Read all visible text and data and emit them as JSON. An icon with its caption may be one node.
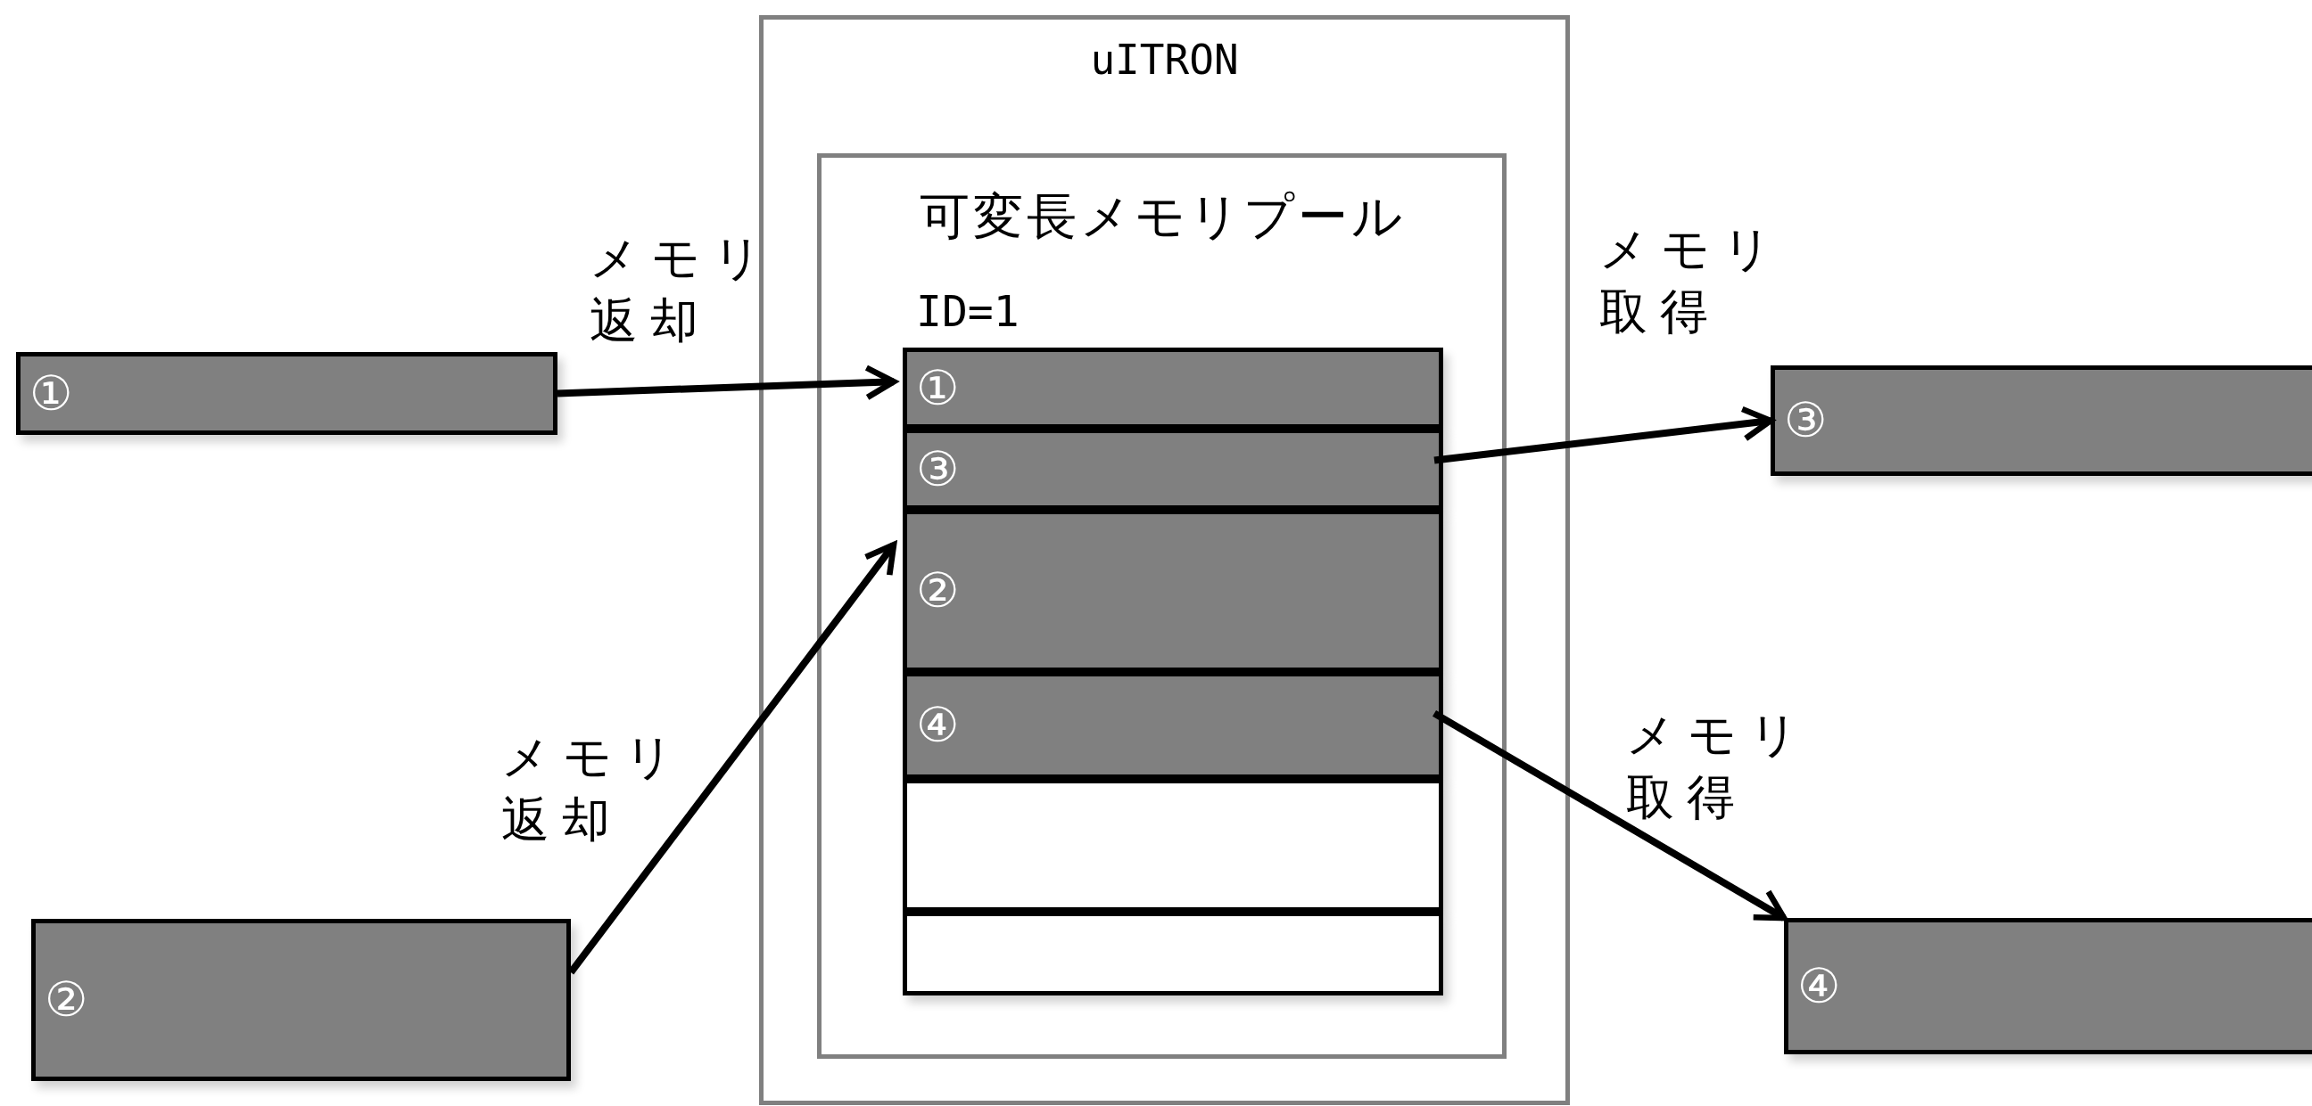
{
  "diagram": {
    "nodes": [
      {
        "text": [
          "uITRON"
        ]
      },
      {
        "text": [
          "可変長メモリプール",
          "ID=1"
        ],
        "in": 0
      },
      {
        "text": [
          "①"
        ],
        "in": 1
      },
      {
        "text": [
          "③"
        ],
        "in": 1
      },
      {
        "text": [
          "②"
        ],
        "in": 1
      },
      {
        "text": [
          "④"
        ],
        "in": 1
      },
      {
        "text": [],
        "shape": "box",
        "in": 1
      },
      {
        "text": [],
        "shape": "box",
        "in": 1
      },
      {
        "text": [
          "①"
        ]
      },
      {
        "text": [
          "③"
        ]
      },
      {
        "text": [
          "②"
        ]
      },
      {
        "text": [
          "④"
        ]
      }
    ],
    "edges": [
      {
        "from": 8,
        "to": 2,
        "arrow": "to",
        "label": "メモリ返却"
      },
      {
        "from": 10,
        "to": 4,
        "arrow": "to",
        "label": "メモリ返却"
      },
      {
        "from": 3,
        "to": 9,
        "arrow": "to",
        "label": "メモリ取得"
      },
      {
        "from": 5,
        "to": 11,
        "arrow": "to",
        "label": "メモリ取得"
      }
    ]
  }
}
